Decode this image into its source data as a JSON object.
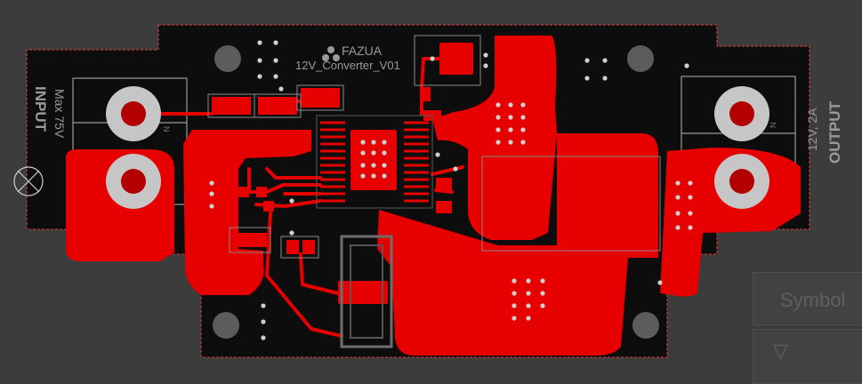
{
  "board": {
    "brand": "FAZUA",
    "name": "12V_Converter_V01",
    "input_label": "INPUT",
    "input_spec": "Max 75V",
    "output_label": "OUTPUT",
    "output_spec": "12V, 2A",
    "pin_label": "N"
  },
  "panel": {
    "symbol_label": "Symbol",
    "collapse_glyph": "▽"
  },
  "colors": {
    "background": "#3c3c3c",
    "board": "#0d0d0d",
    "copper": "#e60000",
    "silkscreen": "#9a9a9a",
    "via": "#cfcfcf",
    "outline": "#c03a3a"
  }
}
